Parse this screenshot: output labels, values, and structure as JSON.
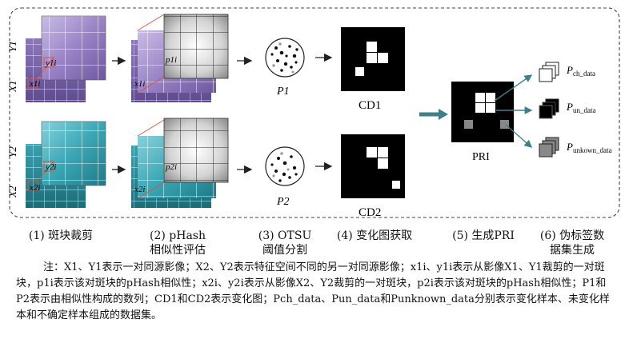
{
  "labels": {
    "y1": "Y1",
    "x1": "X1",
    "y2": "Y2",
    "x2": "X2",
    "y1i": "y1i",
    "x1i": "x1i",
    "y2i": "y2i",
    "x2i": "x2i",
    "p1i": "p1i",
    "p2i": "p2i",
    "P1": "P1",
    "P2": "P2",
    "CD1": "CD1",
    "CD2": "CD2",
    "PRI": "PRI",
    "p_ch": "Pch_data",
    "p_un": "Pun_data",
    "p_unk": "Punkown_data"
  },
  "steps": [
    {
      "line1": "(1) 斑块裁剪",
      "line2": ""
    },
    {
      "line1": "(2) pHash",
      "line2": "相似性评估"
    },
    {
      "line1": "(3) OTSU",
      "line2": "阈值分割"
    },
    {
      "line1": "(4) 变化图获取",
      "line2": ""
    },
    {
      "line1": "(5) 生成PRI",
      "line2": ""
    },
    {
      "line1": "(6) 伪标签数",
      "line2": "据集生成"
    }
  ],
  "note": "注：X1、Y1表示一对同源影像；X2、Y2表示特征空间不同的另一对同源影像；x1i、y1i表示从影像X1、Y1裁剪的一对斑块，p1i表示该对斑块的pHash相似性；x2i、y2i表示从影像X2、Y2裁剪的一对斑块，p2i表示该对斑块的pHash相似性；P1和P2表示由相似性构成的数列；CD1和CD2表示变化图；Pch_data、Pun_data和Punknown_data分别表示变化样本、未变化样本和不确定样本组成的数据集。",
  "colors": {
    "purple": "#9078bc",
    "teal": "#3aa6b4",
    "arrow": "#3f7f8c"
  }
}
